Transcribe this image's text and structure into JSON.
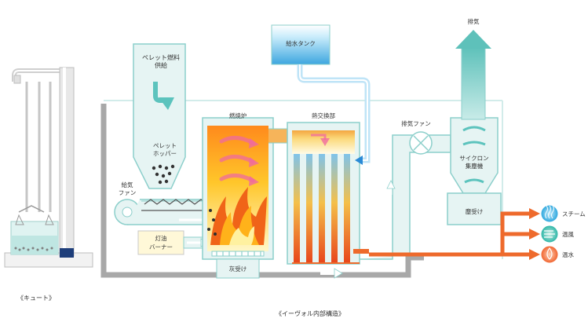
{
  "labels": {
    "pellet_feed_1": "ペレット燃料",
    "pellet_feed_2": "供給",
    "pellet_hopper_1": "ペレット",
    "pellet_hopper_2": "ホッパー",
    "supply_fan_1": "給気",
    "supply_fan_2": "ファン",
    "oil_burner_1": "灯油",
    "oil_burner_2": "バーナー",
    "ash_tray": "灰受け",
    "combustion_furnace": "燃焼炉",
    "heat_exchanger": "熱交換部",
    "water_tank": "給水タンク",
    "exhaust": "排気",
    "exhaust_fan": "排気ファン",
    "cyclone_1": "サイクロン",
    "cyclone_2": "集塵機",
    "dust_tray": "塵受け",
    "steam": "スチーム",
    "hot_air": "温風",
    "hot_water": "温水",
    "chute_caption": "《キュート》",
    "main_caption": "《イーヴォル内部構造》"
  },
  "colors": {
    "duct_fill": "#e6f4f3",
    "duct_line": "#8ccfcb",
    "body_gray": "#a8a8a8",
    "arrow_teal": "#5cc3bd",
    "flame_orange": "#f08a1e",
    "output_orange": "#ee6a2c",
    "water_blue": "#3aa0e0"
  },
  "icons": [
    "fan-icon",
    "water-drop-icon",
    "steam-icon",
    "hot-air-icon",
    "hot-water-icon"
  ]
}
